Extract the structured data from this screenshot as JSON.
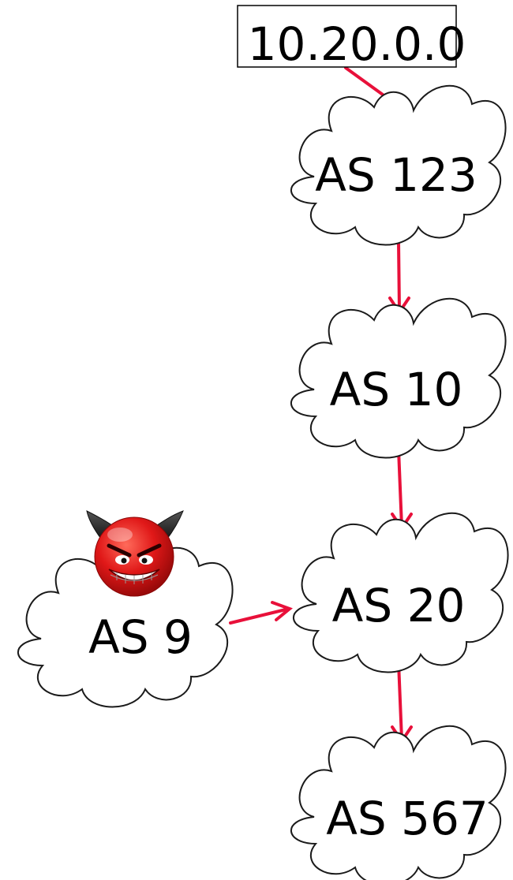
{
  "diagram": {
    "prefix": "10.20.0.0",
    "nodes": [
      {
        "id": "as123",
        "label": "AS 123"
      },
      {
        "id": "as10",
        "label": "AS 10"
      },
      {
        "id": "as20",
        "label": "AS 20"
      },
      {
        "id": "as567",
        "label": "AS 567"
      },
      {
        "id": "as9",
        "label": "AS 9",
        "attacker": true,
        "icon": "devil-face-icon"
      }
    ],
    "edges": [
      {
        "from": "prefix",
        "to": "as123",
        "arrow": false
      },
      {
        "from": "as123",
        "to": "as10",
        "arrow": true
      },
      {
        "from": "as10",
        "to": "as20",
        "arrow": true
      },
      {
        "from": "as9",
        "to": "as20",
        "arrow": true
      },
      {
        "from": "as20",
        "to": "as567",
        "arrow": true
      }
    ],
    "colors": {
      "edge": "#e8103a",
      "cloud_stroke": "#1a1a1a",
      "devil_red": "#e01818",
      "devil_horn": "#2a2a2a"
    }
  }
}
